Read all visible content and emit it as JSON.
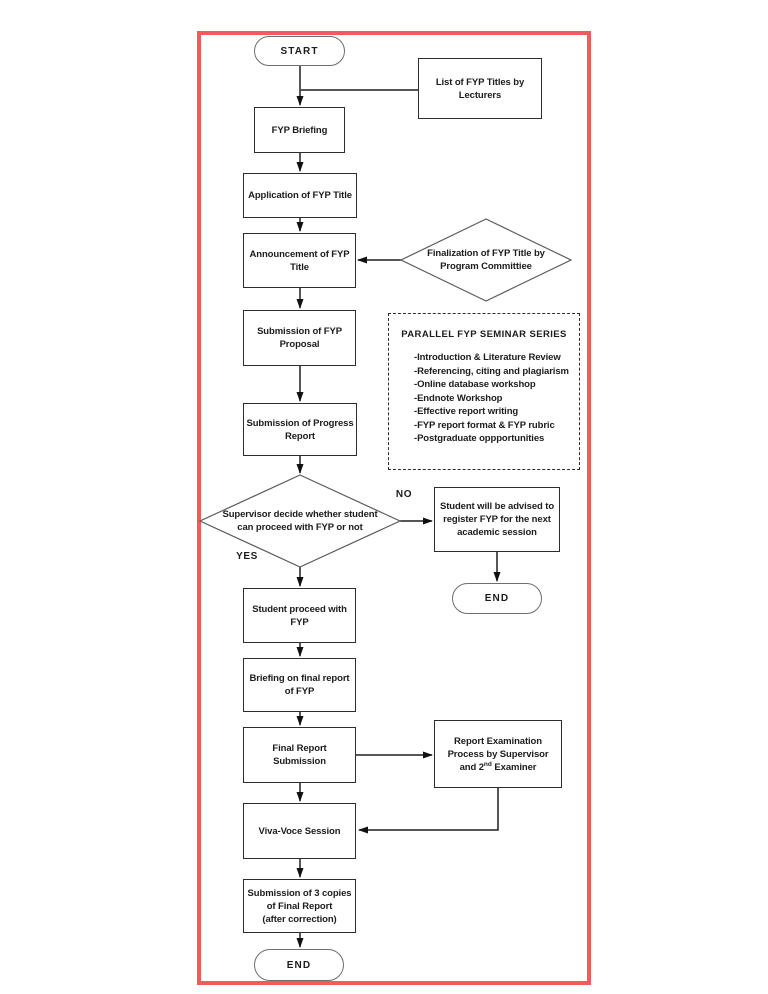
{
  "frame": {
    "border_color": "#f15b5b"
  },
  "nodes": {
    "start": "START",
    "list_titles": "List of FYP Titles by\nLecturers",
    "fyp_briefing": "FYP Briefing",
    "application": "Application of FYP Title",
    "announcement": "Announcement of FYP\nTitle",
    "finalization": "Finalization of FYP Title by\nProgram Committiee",
    "proposal": "Submission of FYP\nProposal",
    "progress": "Submission of Progress\nReport",
    "decision": "Supervisor decide whether student\ncan proceed with FYP or not",
    "advised": "Student will be advised to\nregister FYP for the next\nacademic session",
    "end_right": "END",
    "proceed": "Student proceed with\nFYP",
    "briefing_final": "Briefing on final report\nof FYP",
    "final_report": "Final Report\nSubmission",
    "report_exam": {
      "pre": "Report Examination\nProcess by Supervisor\nand 2",
      "sup": "nd",
      "post": " Examiner"
    },
    "viva": "Viva-Voce Session",
    "copies": "Submission of 3 copies\nof Final Report\n(after correction)",
    "end_bottom": "END"
  },
  "edges": {
    "no_label": "NO",
    "yes_label": "YES"
  },
  "seminar": {
    "title": "PARALLEL FYP SEMINAR SERIES",
    "items": [
      "-Introduction & Literature Review",
      "-Referencing, citing and plagiarism",
      "-Online database workshop",
      "-Endnote Workshop",
      "-Effective report writing",
      "-FYP report format & FYP rubric",
      "-Postgraduate oppportunities"
    ]
  }
}
